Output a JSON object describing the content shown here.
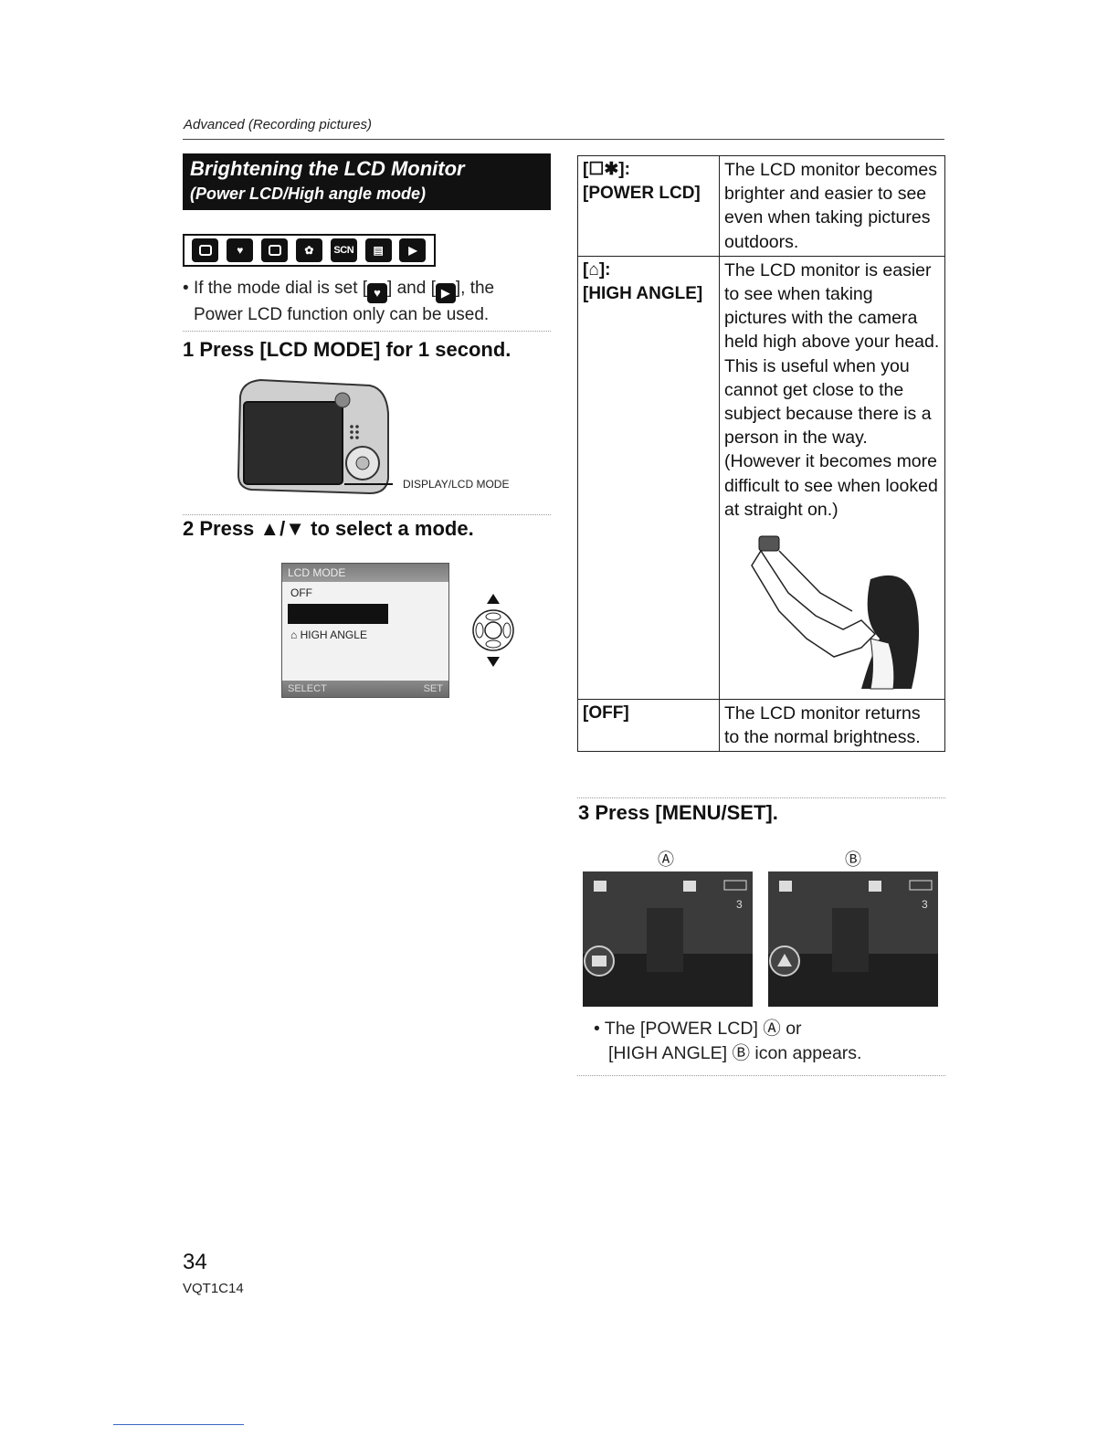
{
  "section_header": "Advanced (Recording pictures)",
  "title": {
    "line1": "Brightening the LCD Monitor",
    "line2": "(Power LCD/High angle mode)"
  },
  "mode_icons": [
    "camera",
    "heart",
    "lock",
    "macro",
    "SCN",
    "film",
    "play"
  ],
  "note": {
    "part1": "If the mode dial is set [",
    "part2": "] and [",
    "part3": "], the",
    "line2": "Power LCD function only can be used."
  },
  "steps": {
    "step1": "1 Press [LCD MODE] for 1 second.",
    "step2": "2 Press ▲/▼ to select a mode.",
    "step3": "3 Press [MENU/SET]."
  },
  "camera_label": "DISPLAY/LCD MODE",
  "lcd_menu": {
    "title": "LCD MODE",
    "option_off": "OFF",
    "option_high_angle": "HIGH ANGLE",
    "select_label": "SELECT",
    "set_label": "SET"
  },
  "table": {
    "rows": [
      {
        "key_icon": "[",
        "key_icon_end": "]:",
        "key_name": "[POWER LCD]",
        "description": "The LCD monitor becomes brighter and easier to see even when taking pictures outdoors."
      },
      {
        "key_icon": "[",
        "key_icon_end": "]:",
        "key_name": "[HIGH ANGLE]",
        "description": "The LCD monitor is easier to see when taking pictures with the camera held high above your head. This is useful when you cannot get close to the subject because there is a person in the way. (However it becomes more difficult to see when looked at straight on.)"
      },
      {
        "key_name": "[OFF]",
        "description": "The LCD monitor returns to the normal brightness."
      }
    ]
  },
  "preview": {
    "label_a": "Ⓐ",
    "label_b": "Ⓑ",
    "count_a": "3",
    "count_b": "3"
  },
  "appear_note": {
    "line1": "The [POWER LCD] Ⓐ or",
    "line2": "[HIGH ANGLE] Ⓑ icon appears."
  },
  "page_number": "34",
  "doc_code": "VQT1C14"
}
